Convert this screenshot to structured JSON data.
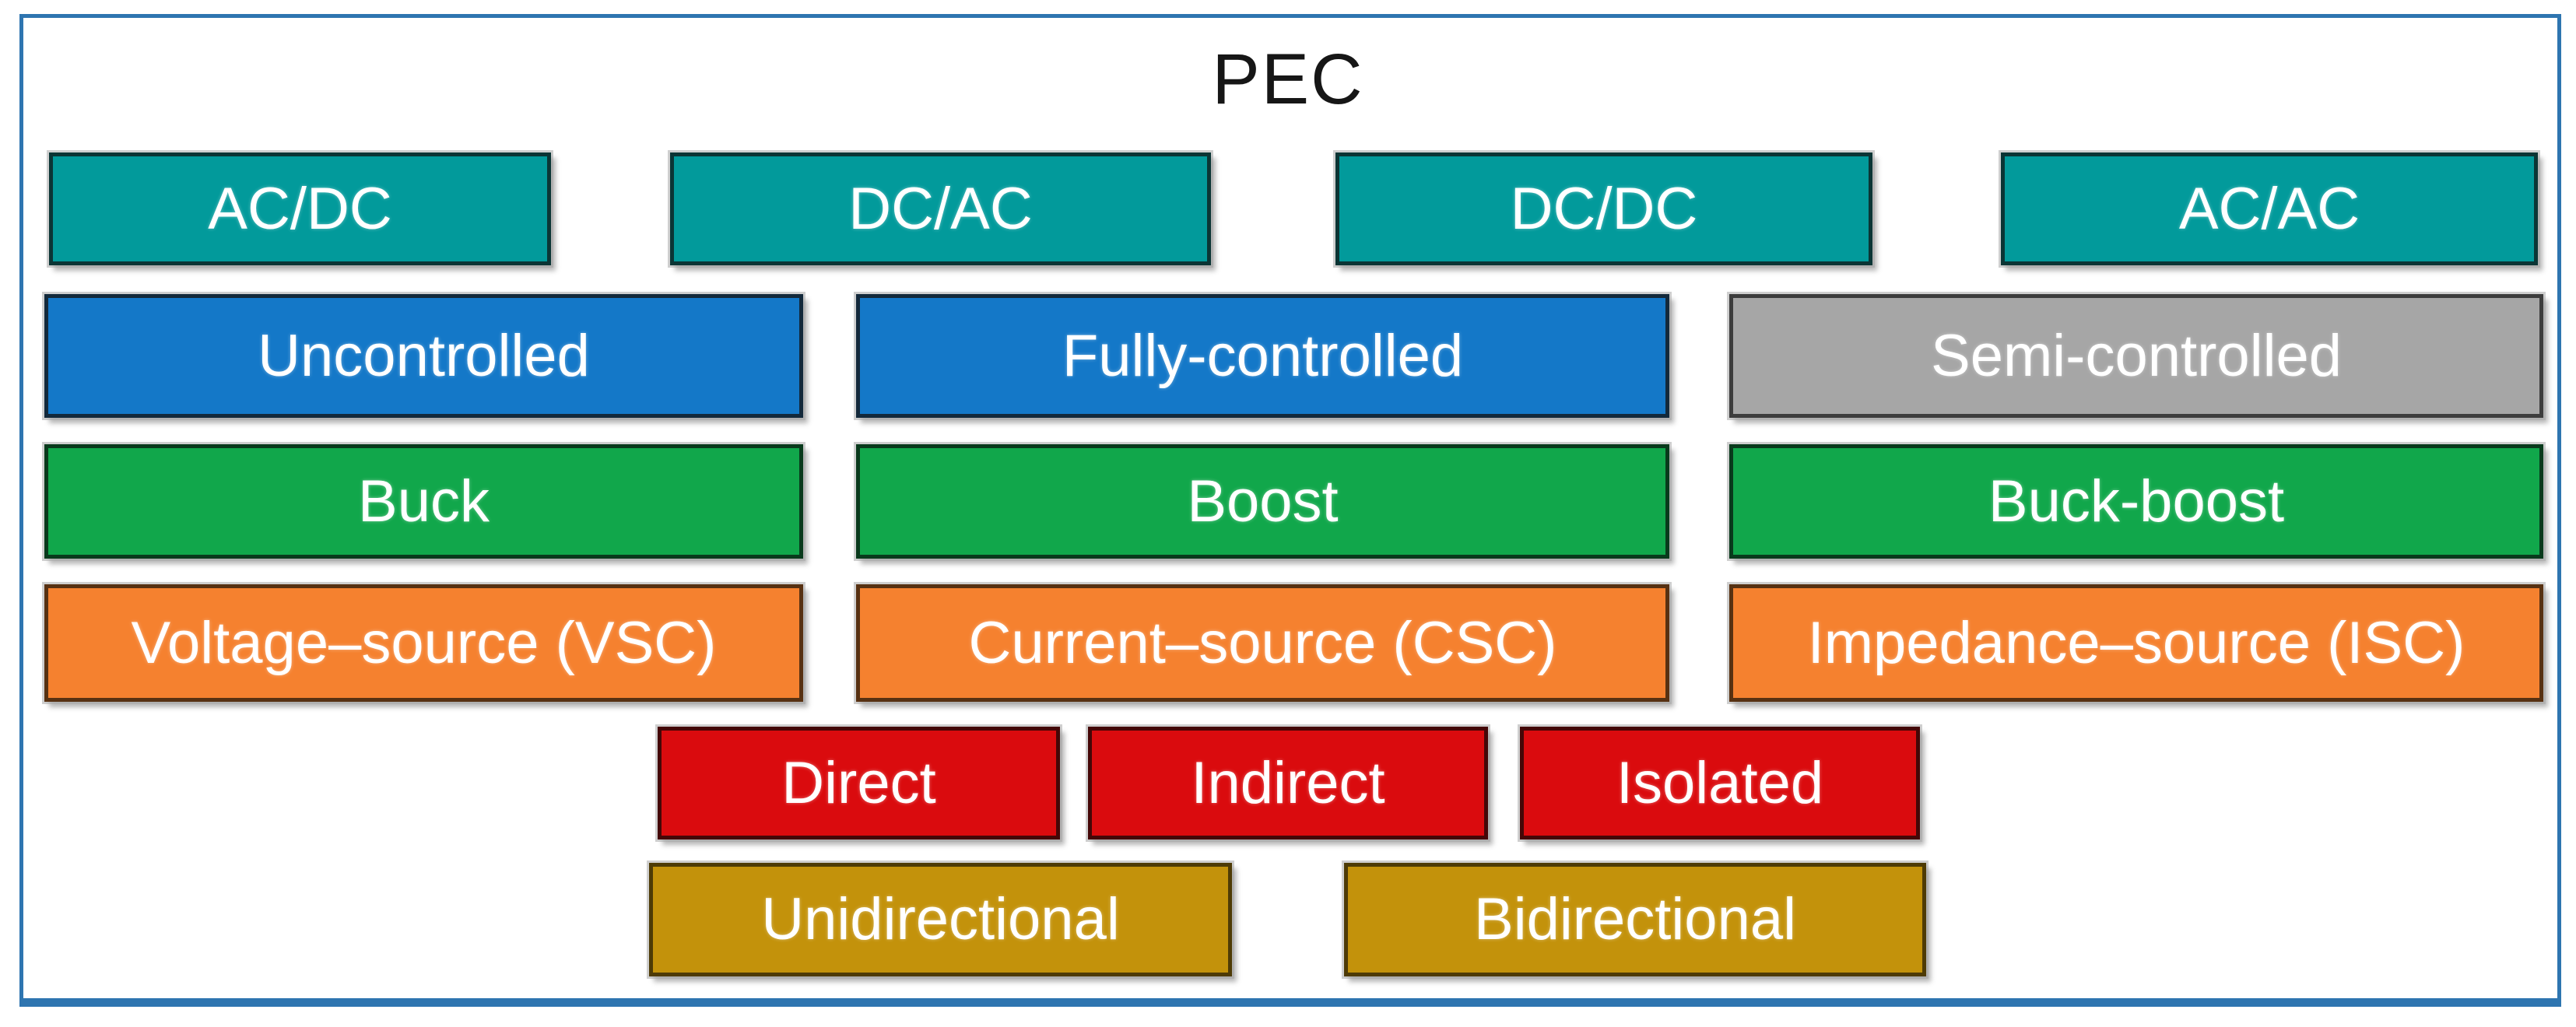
{
  "title": "PEC",
  "frame": {
    "border_color": "#2E75B0",
    "background": "#FFFFFF",
    "title_color": "#161616"
  },
  "rows": [
    {
      "name": "conversion-type",
      "items": [
        {
          "label": "AC/DC",
          "fill": "#029A9B",
          "border": "#0B3535",
          "text_color": "#FFFFFF"
        },
        {
          "label": "DC/AC",
          "fill": "#029A9B",
          "border": "#0B3535",
          "text_color": "#FFFFFF"
        },
        {
          "label": "DC/DC",
          "fill": "#029A9B",
          "border": "#0B3535",
          "text_color": "#FFFFFF"
        },
        {
          "label": "AC/AC",
          "fill": "#029A9B",
          "border": "#0B3535",
          "text_color": "#FFFFFF"
        }
      ]
    },
    {
      "name": "control-type",
      "items": [
        {
          "label": "Uncontrolled",
          "fill": "#1478C8",
          "border": "#13293B",
          "text_color": "#FFFFFF"
        },
        {
          "label": "Fully-controlled",
          "fill": "#1478C8",
          "border": "#13293B",
          "text_color": "#FFFFFF"
        },
        {
          "label": "Semi-controlled",
          "fill": "#A6A6A6",
          "border": "#3D3D3D",
          "text_color": "#FFFFFF"
        }
      ]
    },
    {
      "name": "voltage-conversion",
      "items": [
        {
          "label": "Buck",
          "fill": "#11A74B",
          "border": "#093A1C",
          "text_color": "#FFFFFF"
        },
        {
          "label": "Boost",
          "fill": "#11A74B",
          "border": "#093A1C",
          "text_color": "#FFFFFF"
        },
        {
          "label": "Buck-boost",
          "fill": "#11A74B",
          "border": "#093A1C",
          "text_color": "#FFFFFF"
        }
      ]
    },
    {
      "name": "source-type",
      "items": [
        {
          "label": "Voltage–source (VSC)",
          "fill": "#F5812F",
          "border": "#573112",
          "text_color": "#FFFFFF"
        },
        {
          "label": "Current–source (CSC)",
          "fill": "#F5812F",
          "border": "#573112",
          "text_color": "#FFFFFF"
        },
        {
          "label": "Impedance–source (ISC)",
          "fill": "#F5812F",
          "border": "#573112",
          "text_color": "#FFFFFF"
        }
      ]
    },
    {
      "name": "conversion-path",
      "items": [
        {
          "label": "Direct",
          "fill": "#DA0B0E",
          "border": "#440707",
          "text_color": "#FFFFFF"
        },
        {
          "label": "Indirect",
          "fill": "#DA0B0E",
          "border": "#440707",
          "text_color": "#FFFFFF"
        },
        {
          "label": "Isolated",
          "fill": "#DA0B0E",
          "border": "#440707",
          "text_color": "#FFFFFF"
        }
      ]
    },
    {
      "name": "power-flow-direction",
      "items": [
        {
          "label": "Unidirectional",
          "fill": "#C3920B",
          "border": "#4E3B06",
          "text_color": "#FFFFFF"
        },
        {
          "label": "Bidirectional",
          "fill": "#C3920B",
          "border": "#4E3B06",
          "text_color": "#FFFFFF"
        }
      ]
    }
  ]
}
